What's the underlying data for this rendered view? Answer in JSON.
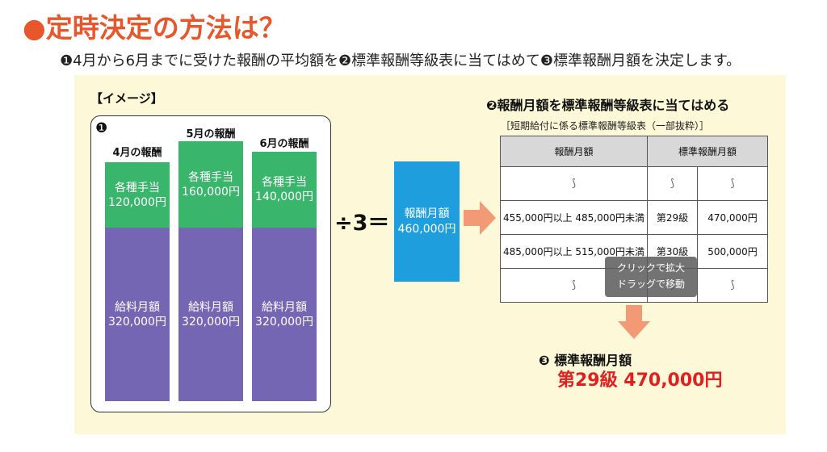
{
  "title": "●定時決定の方法は？",
  "subtitle": "❶4月から6月までに受けた報酬の平均額を❷標準報酬等級表に当てはめて❸標準報酬月額を決定します。",
  "image_label": "【イメージ】",
  "step1_marker": "❶",
  "months": [
    {
      "label": "4月の報酬",
      "allowance_label": "各種手当",
      "allowance_value": "120,000円",
      "salary_label": "給料月額",
      "salary_value": "320,000円"
    },
    {
      "label": "5月の報酬",
      "allowance_label": "各種手当",
      "allowance_value": "160,000円",
      "salary_label": "給料月額",
      "salary_value": "320,000円"
    },
    {
      "label": "6月の報酬",
      "allowance_label": "各種手当",
      "allowance_value": "140,000円",
      "salary_label": "給料月額",
      "salary_value": "320,000円"
    }
  ],
  "divide_text": "÷3＝",
  "average": {
    "label": "報酬月額",
    "value": "460,000円"
  },
  "step2_title": "❷報酬月額を標準報酬等級表に当てはめる",
  "table": {
    "caption": "［短期給付に係る標準報酬等級表（一部抜粋）］",
    "headers": [
      "報酬月額",
      "標準報酬月額"
    ],
    "gap_symbol": "⟆",
    "rows": [
      {
        "range": "455,000円以上 485,000円未満",
        "grade": "第29級",
        "amount": "470,000円"
      },
      {
        "range": "485,000円以上 515,000円未満",
        "grade": "第30級",
        "amount": "500,000円"
      }
    ]
  },
  "tooltip": {
    "line1": "クリックで拡大",
    "line2": "ドラッグで移動"
  },
  "step3_title": "❸ 標準報酬月額",
  "result": "第29級 470,000円",
  "colors": {
    "title": "#e8572b",
    "panel_bg": "#fdf8d7",
    "allowance": "#3ab56c",
    "salary": "#7566b3",
    "average_box": "#1f9ede",
    "arrow": "#f29a75",
    "result": "#e02020"
  }
}
